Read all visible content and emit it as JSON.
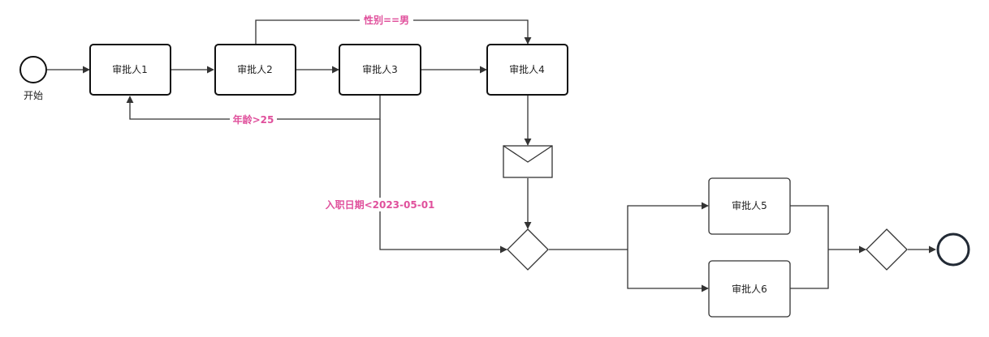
{
  "start": {
    "label": "开始"
  },
  "tasks": [
    {
      "id": "t1",
      "label": "审批人1"
    },
    {
      "id": "t2",
      "label": "审批人2"
    },
    {
      "id": "t3",
      "label": "审批人3"
    },
    {
      "id": "t4",
      "label": "审批人4"
    },
    {
      "id": "t5",
      "label": "审批人5"
    },
    {
      "id": "t6",
      "label": "审批人6"
    }
  ],
  "conditions": {
    "gender": "性别==男",
    "age": "年龄>25",
    "hire_date": "入职日期<2023-05-01"
  },
  "colors": {
    "condition_label": "#e0509c",
    "stroke": "#333333"
  }
}
